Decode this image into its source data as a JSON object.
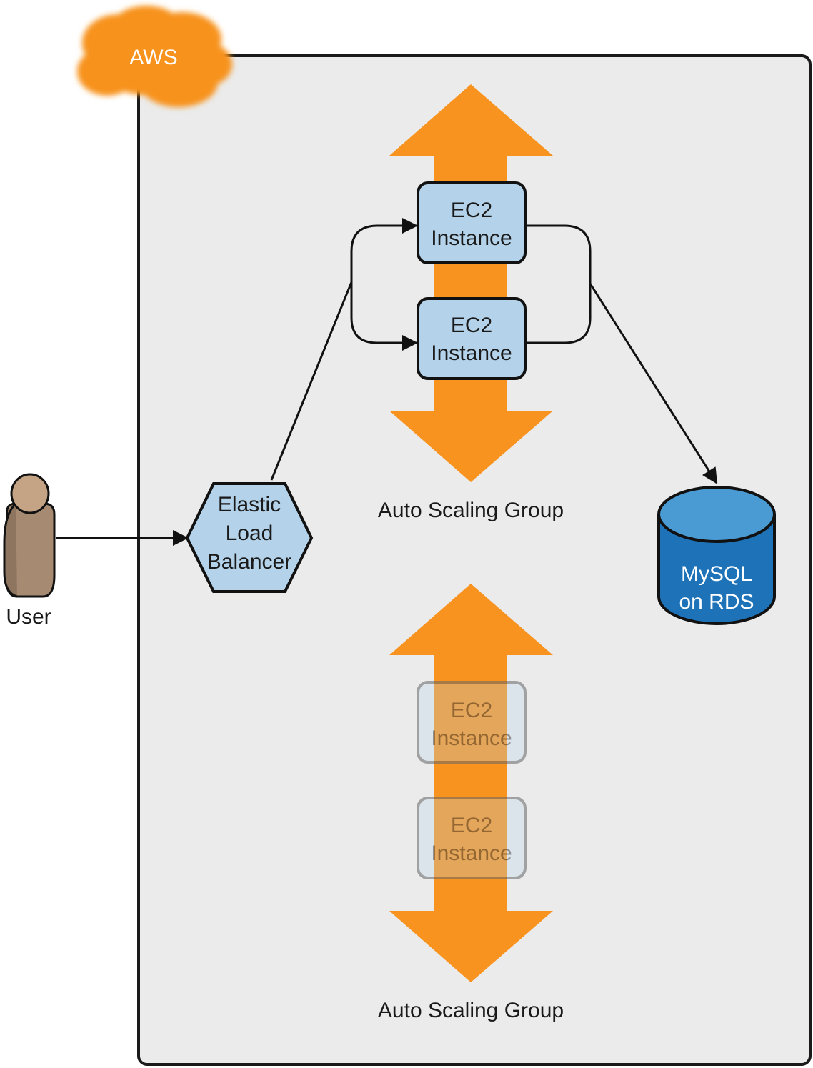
{
  "cloud": {
    "label": "AWS"
  },
  "user": {
    "label": "User"
  },
  "elb": {
    "line1": "Elastic",
    "line2": "Load",
    "line3": "Balancer"
  },
  "active_group": {
    "label": "Auto Scaling Group",
    "instances": [
      {
        "line1": "EC2",
        "line2": "Instance"
      },
      {
        "line1": "EC2",
        "line2": "Instance"
      }
    ]
  },
  "inactive_group": {
    "label": "Auto Scaling Group",
    "instances": [
      {
        "line1": "EC2",
        "line2": "Instance"
      },
      {
        "line1": "EC2",
        "line2": "Instance"
      }
    ]
  },
  "database": {
    "line1": "MySQL",
    "line2": "on RDS"
  },
  "colors": {
    "aws_orange": "#F7931E",
    "instance_fill": "#B4D3EA",
    "db_blue": "#1E73B8",
    "db_top": "#4A9BD3",
    "container_bg": "#EBEBEB",
    "user_skin": "#C4A484",
    "user_body": "#A68A72"
  }
}
